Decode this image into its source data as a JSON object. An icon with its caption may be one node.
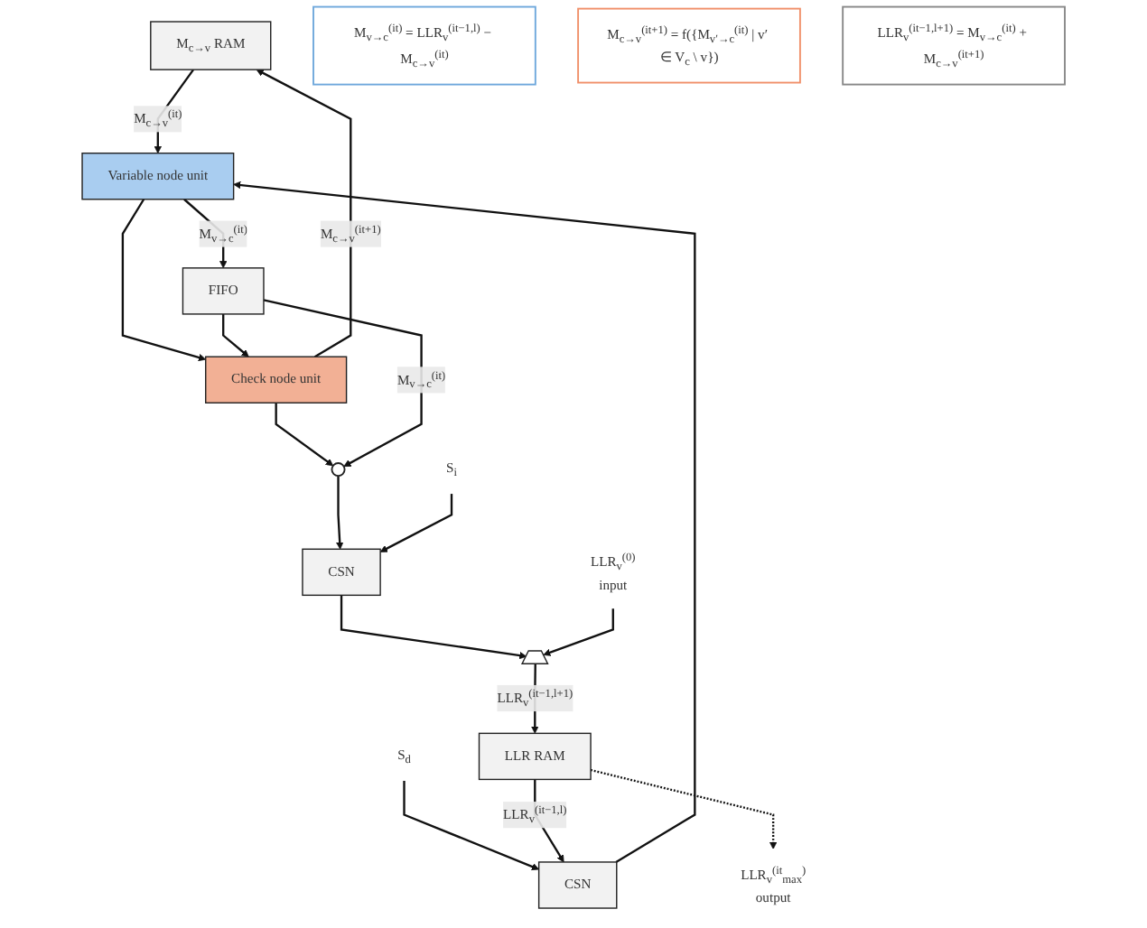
{
  "diagram": {
    "nodes": [
      {
        "text": [
          "M$_{c→v}$ RAM"
        ]
      },
      {
        "text": [
          "Variable node unit"
        ]
      },
      {
        "text": [
          "Check node unit"
        ]
      },
      {
        "text": [],
        "shape": "circle"
      },
      {
        "text": [
          "FIFO"
        ]
      },
      {
        "text": [
          "CSN"
        ]
      },
      {
        "text": [
          "CSN"
        ]
      },
      {
        "text": [
          "LLR RAM"
        ]
      },
      {
        "text": [],
        "shape": "trapezoid"
      },
      {
        "text": [
          "S$_{d}$"
        ]
      },
      {
        "text": [
          "S$_{i}$"
        ]
      },
      {
        "text": [
          "LLR$_{v}$$^{(it}$$_{max}$$^{)}$",
          "output"
        ]
      },
      {
        "text": [
          "LLR$_{v}$$^{(0)}$",
          "input"
        ]
      },
      {
        "text": [
          "M$_{v→c}$$^{(it)}$ = LLR$_{v}$$^{(it−1,l)}$ − M$_{c→v}$$^{(it)}$"
        ]
      },
      {
        "text": [
          "M$_{c→v}$$^{(it+1)}$ = f({M$_{v′→c}$$^{(it)}$ | v′ ∈ V$_{c}$ \\ v})"
        ]
      },
      {
        "text": [
          "LLR$_{v}$$^{(it−1,l+1)}$ = M$_{v→c}$$^{(it)}$ + M$_{c→v}$$^{(it+1)}$"
        ]
      }
    ],
    "edges": [
      {
        "from": 0,
        "to": 1,
        "arrow": "to",
        "label": "M$_{c→v}$$^{(it)}$"
      },
      {
        "from": 1,
        "to": 2,
        "arrow": "to"
      },
      {
        "from": 1,
        "to": 4,
        "arrow": "to",
        "label": "M$_{v→c}$$^{(it)}$"
      },
      {
        "from": 4,
        "to": 2,
        "arrow": "to"
      },
      {
        "from": 2,
        "to": 3,
        "arrow": "to"
      },
      {
        "from": 2,
        "to": 0,
        "arrow": "to",
        "label": "M$_{c→v}$$^{(it+1)}$"
      },
      {
        "from": 4,
        "to": 3,
        "arrow": "to",
        "label": "M$_{v→c}$$^{(it)}$"
      },
      {
        "from": 3,
        "to": 6,
        "arrow": "to"
      },
      {
        "from": 9,
        "to": 5,
        "arrow": "to"
      },
      {
        "from": 10,
        "to": 6,
        "arrow": "to"
      },
      {
        "from": 5,
        "to": 1,
        "arrow": "to"
      },
      {
        "from": 6,
        "to": 8,
        "arrow": "to"
      },
      {
        "from": 12,
        "to": 8,
        "arrow": "to"
      },
      {
        "from": 8,
        "to": 7,
        "arrow": "to",
        "label": "LLR$_{v}$$^{(it−1,l+1)}$"
      },
      {
        "from": 7,
        "to": 5,
        "arrow": "to",
        "label": "LLR$_{v}$$^{(it−1,l)}$"
      },
      {
        "from": 7,
        "to": 11,
        "arrow": "to",
        "style": "dashed"
      }
    ]
  }
}
